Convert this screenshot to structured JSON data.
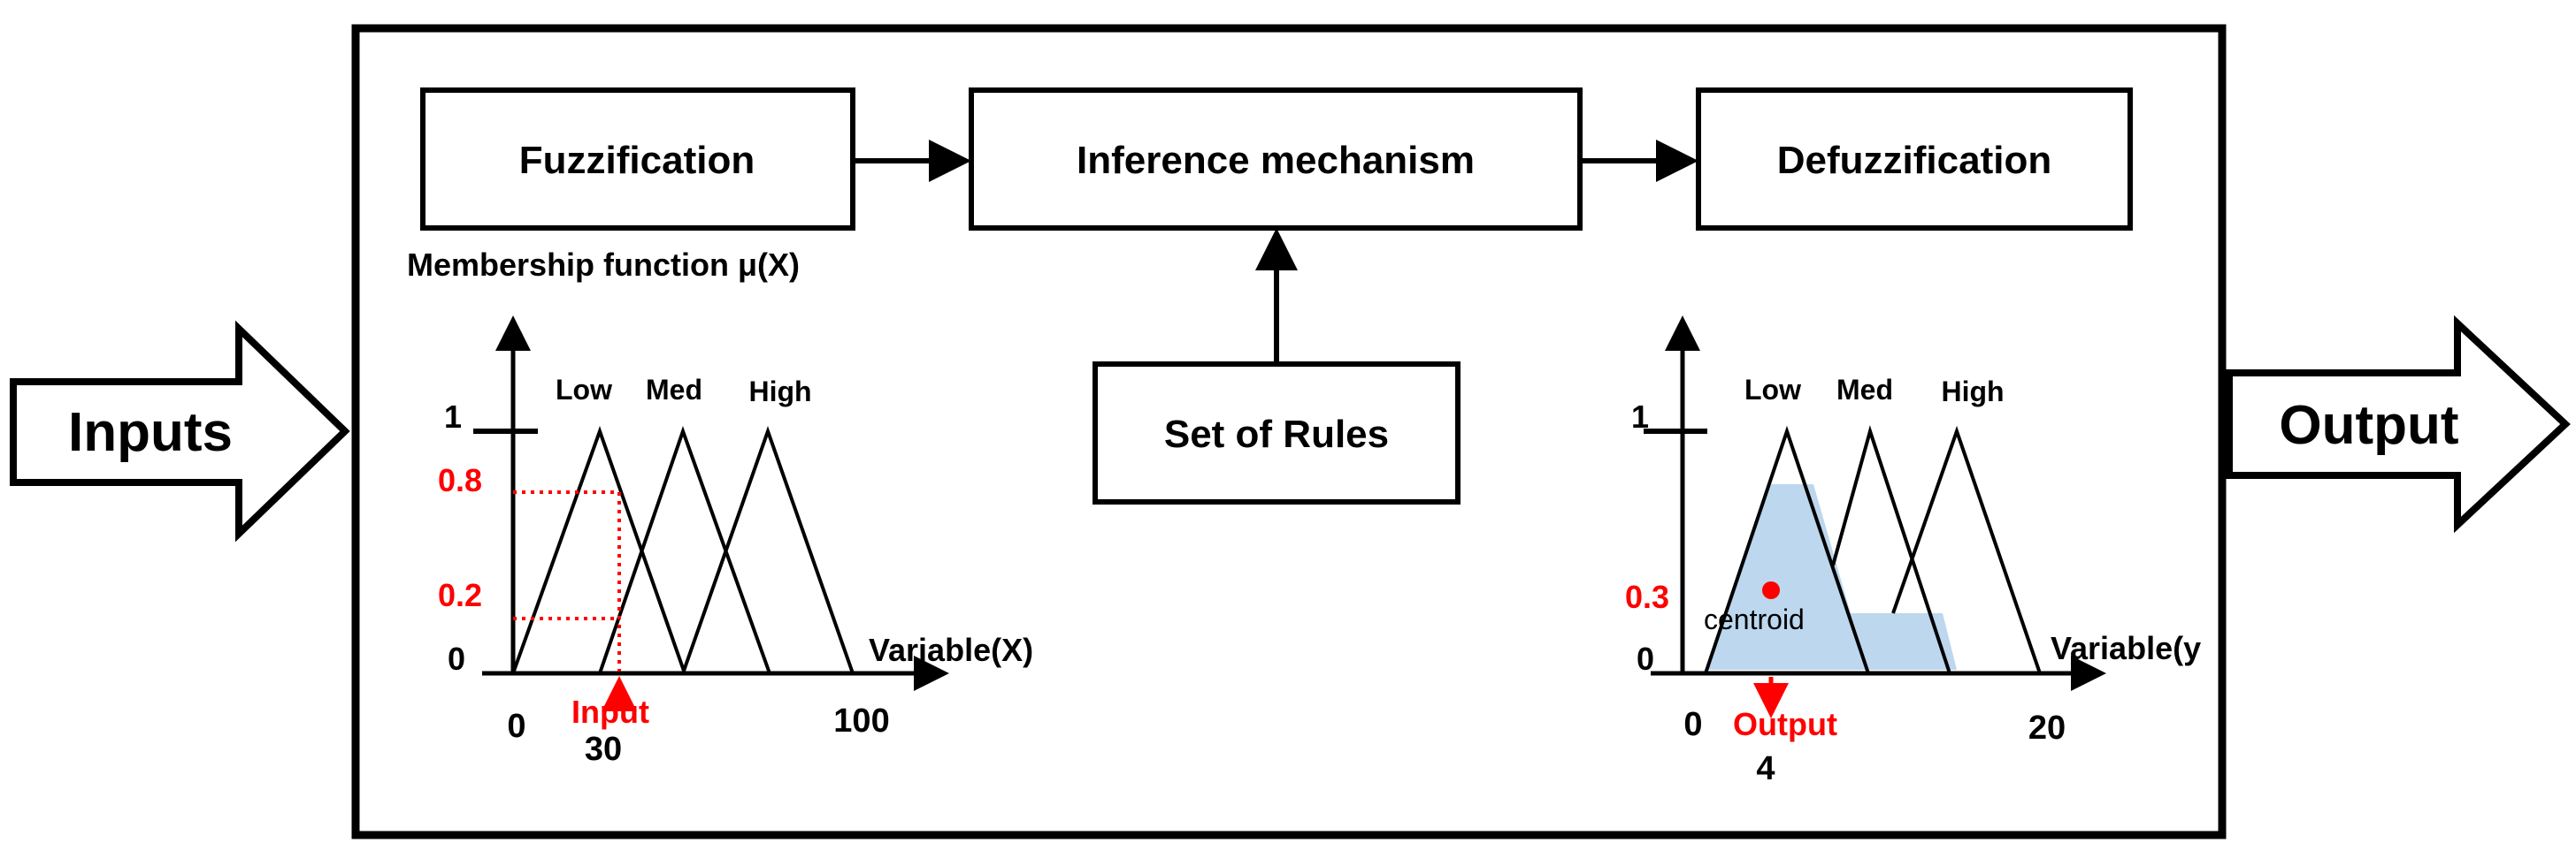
{
  "inputs_label": "Inputs",
  "output_label": "Output",
  "stages": {
    "fuzzification": "Fuzzification",
    "inference": "Inference mechanism",
    "defuzzification": "Defuzzification",
    "rules": "Set of Rules"
  },
  "input_plot": {
    "title": "Membership function μ(X)",
    "xlabel": "Variable(X)",
    "sets": [
      "Low",
      "Med",
      "High"
    ],
    "y_one": "1",
    "y_zero": "0",
    "x_min": "0",
    "x_max": "100",
    "level_high": "0.8",
    "level_low": "0.2",
    "marker_label": "Input",
    "marker_value": "30"
  },
  "output_plot": {
    "xlabel": "Variable(y",
    "sets": [
      "Low",
      "Med",
      "High"
    ],
    "y_one": "1",
    "y_zero": "0",
    "x_min": "0",
    "x_max": "20",
    "level": "0.3",
    "centroid_label": "centroid",
    "marker_label": "Output",
    "marker_value": "4"
  },
  "colors": {
    "stroke": "#000000",
    "accent": "#ff0000",
    "fill_area": "#bcd7ee"
  }
}
